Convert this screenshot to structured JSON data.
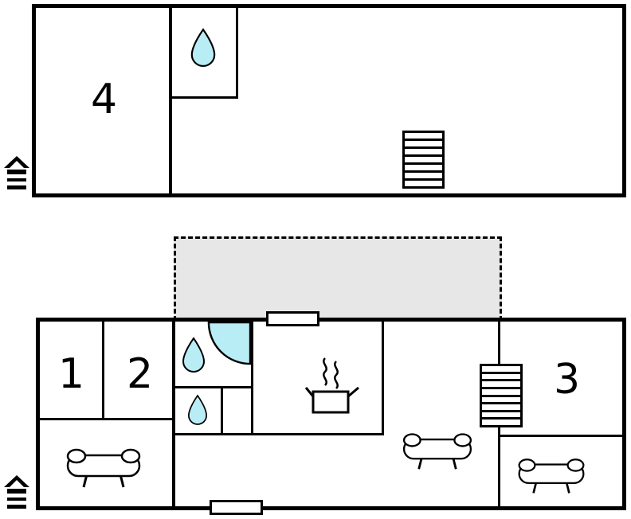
{
  "colors": {
    "wall": "#000000",
    "water": "#b8edf6",
    "terrace_fill": "#e7e7e7",
    "background": "#ffffff"
  },
  "upper_floor": {
    "rooms": [
      {
        "label": "4"
      }
    ],
    "features": [
      "bathroom-water-drop",
      "staircase",
      "entrance-marker"
    ]
  },
  "lower_floor": {
    "rooms": [
      {
        "label": "1"
      },
      {
        "label": "2"
      },
      {
        "label": "3"
      }
    ],
    "features": [
      "shower",
      "bathroom-water-drop",
      "wc-water-drop",
      "kitchen-stove",
      "staircase",
      "terrace",
      "entrance-marker",
      "three-sofas",
      "two-door-openings"
    ]
  },
  "icons": {
    "water_drop": "cyan teardrop",
    "shower": "cyan quarter-circle in corner",
    "stairs": "rectangle with horizontal rungs",
    "stove": "pot with steam",
    "sofa": "couch pictogram",
    "entrance": "house pictogram",
    "door": "white rectangle across wall",
    "terrace": "gray dashed-outline area"
  }
}
